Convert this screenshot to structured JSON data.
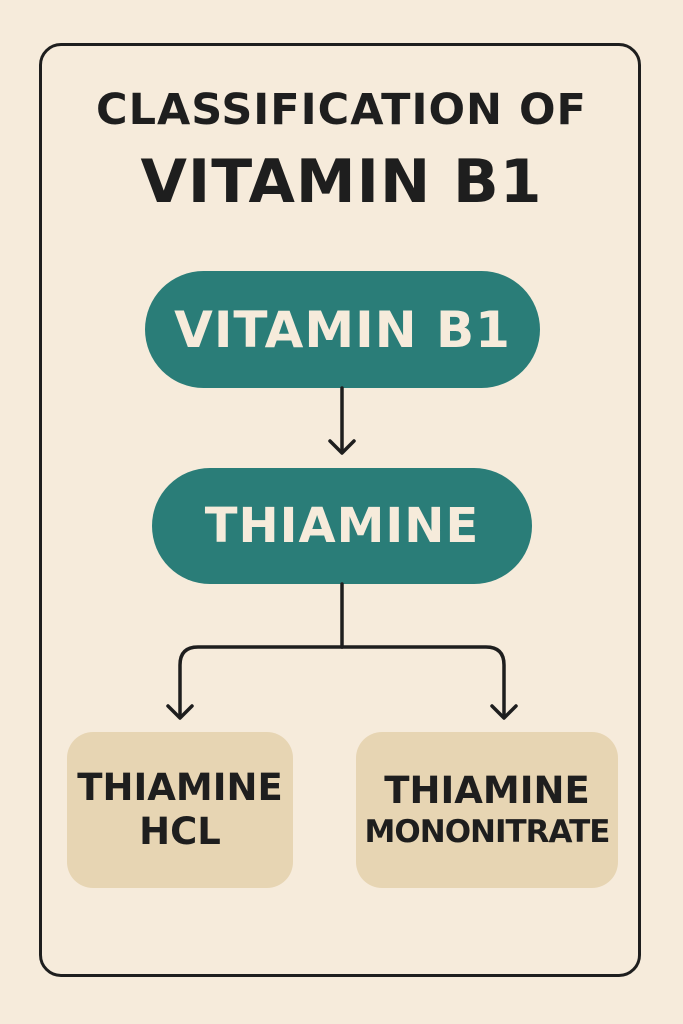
{
  "title": {
    "line1": "CLASSIFICATION OF",
    "line2": "VITAMIN B1"
  },
  "nodes": {
    "root": "VITAMIN B1",
    "child": "THIAMINE",
    "left_leaf": {
      "line1": "THIAMINE",
      "line2": "HCL"
    },
    "right_leaf": {
      "line1": "THIAMINE",
      "line2": "MONONITRATE"
    }
  },
  "colors": {
    "background": "#f6ebdb",
    "node_primary": "#2a7d78",
    "node_secondary": "#e7d5b3",
    "ink": "#1e1e1e"
  }
}
